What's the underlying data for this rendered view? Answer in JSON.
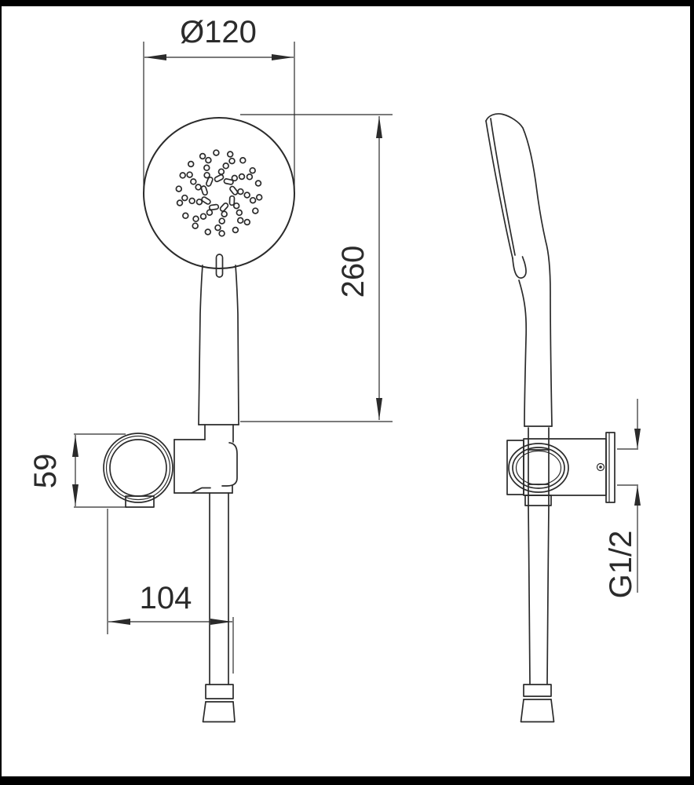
{
  "drawing": {
    "dimensions": {
      "head_diameter": "Ø120",
      "overall_length": "260",
      "holder_height": "59",
      "holder_offset": "104",
      "thread": "G1/2"
    },
    "colors": {
      "line": "#2b2b2b",
      "frame": "#000000",
      "background": "#ffffff"
    }
  }
}
